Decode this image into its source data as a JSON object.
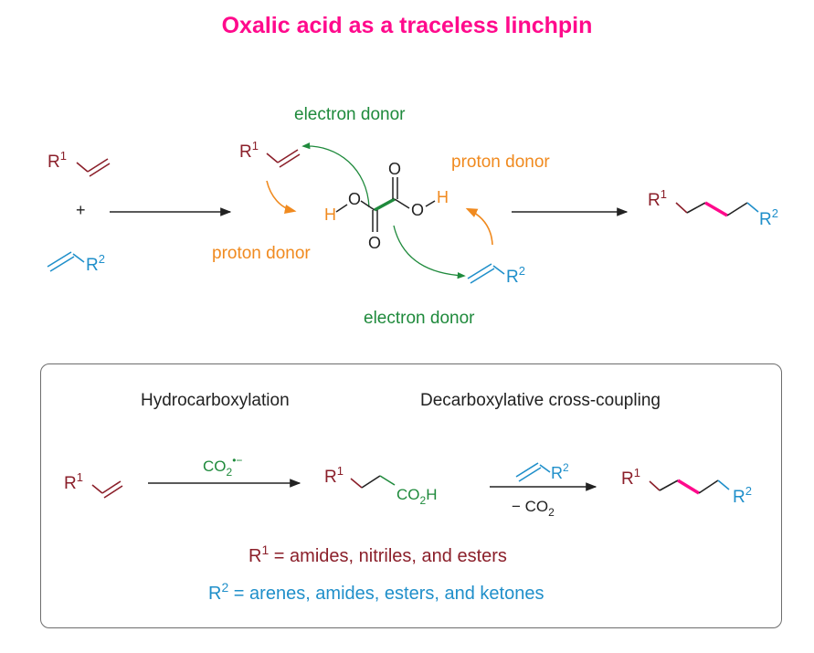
{
  "title": "Oxalic acid as a traceless linchpin",
  "colors": {
    "title": "#ff0a8c",
    "r1": "#8b1f2a",
    "r2": "#1f8fca",
    "green": "#1f8a3c",
    "orange": "#f08a1f",
    "pink": "#ff0a8c",
    "arrow": "#222222"
  },
  "top_scheme": {
    "r1": "R",
    "r1_sup": "1",
    "r2": "R",
    "r2_sup": "2",
    "plus": "+",
    "electron_donor_top": "electron donor",
    "electron_donor_bottom": "electron donor",
    "proton_donor_right": "proton donor",
    "proton_donor_left": "proton donor",
    "oxalic": {
      "o_label": "O",
      "h_label": "H"
    }
  },
  "bottom_scheme": {
    "heading_left": "Hydrocarboxylation",
    "heading_right": "Decarboxylative cross-coupling",
    "reagent_co2": "CO",
    "reagent_co2_sub": "2",
    "reagent_co2_sup": "•−",
    "acid_group": "CO",
    "acid_group_sub": "2",
    "acid_group_tail": "H",
    "minus_co2": "− CO",
    "minus_co2_sub": "2",
    "r1_legend_rest": " = amides, nitriles, and esters",
    "r2_legend_rest": " = arenes, amides, esters, and ketones"
  }
}
